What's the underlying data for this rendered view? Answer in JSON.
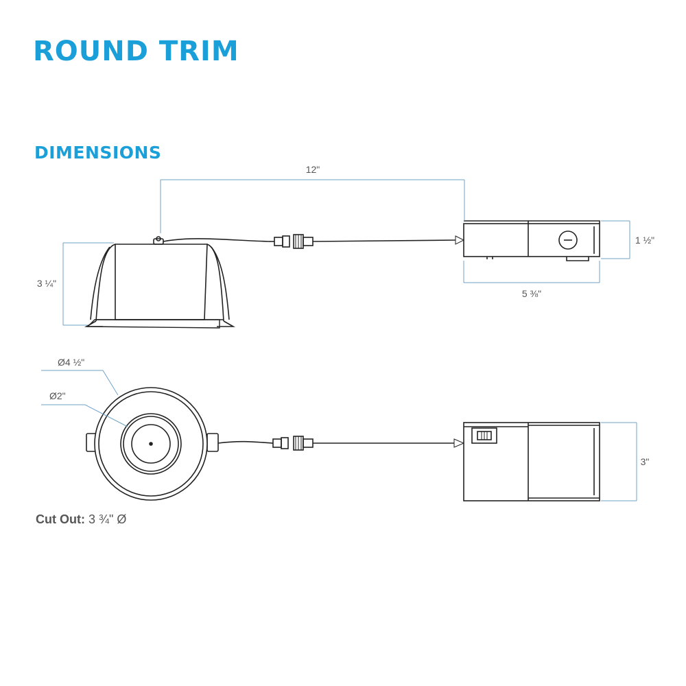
{
  "title": "ROUND TRIM",
  "subtitle": "DIMENSIONS",
  "colors": {
    "accent": "#1b9fd8",
    "dimension": "#6fa3c7",
    "outline": "#222222"
  },
  "dimensions": {
    "cable_length": "12\"",
    "fixture_height": "3 ¼\"",
    "box_height": "1 ½\"",
    "box_length": "5 ⅜\"",
    "outer_diameter": "Ø4 ½\"",
    "inner_diameter": "Ø2\"",
    "box_width": "3\""
  },
  "cutout": {
    "label": "Cut Out:",
    "value": "3 ¾\" Ø"
  }
}
